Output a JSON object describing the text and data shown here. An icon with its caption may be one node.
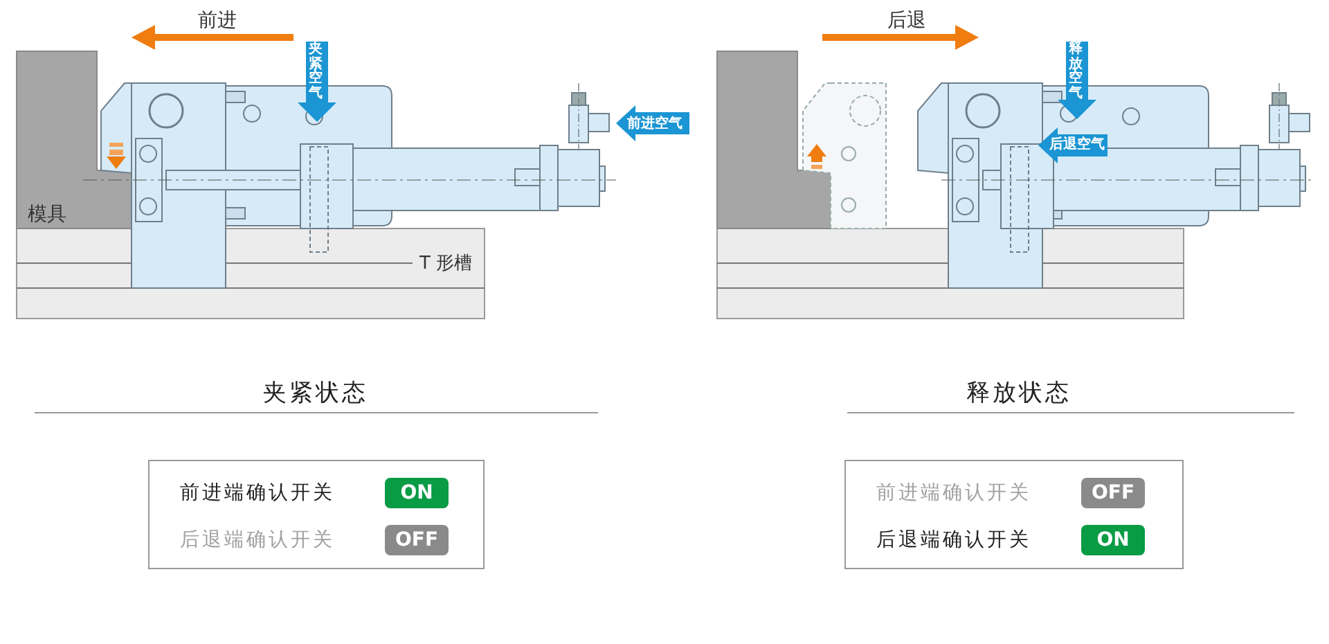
{
  "diagram": {
    "nodes": [
      {
        "text": [
          "前进端确认开关",
          "后退端确认开关"
        ]
      },
      {
        "text": [
          "ON"
        ],
        "in": 0
      },
      {
        "text": [
          "OFF"
        ],
        "in": 0
      },
      {
        "text": [
          "前进端确认开关",
          "后退端确认开关"
        ]
      },
      {
        "text": [
          "OFF"
        ],
        "in": 3
      },
      {
        "text": [
          "ON"
        ],
        "in": 3
      }
    ],
    "labels": [
      "前进",
      "夹紧空气",
      "前进空气",
      "模具",
      "T 形槽",
      "夹紧状态",
      "后退",
      "释放空气",
      "后退空气",
      "释放状态"
    ]
  }
}
